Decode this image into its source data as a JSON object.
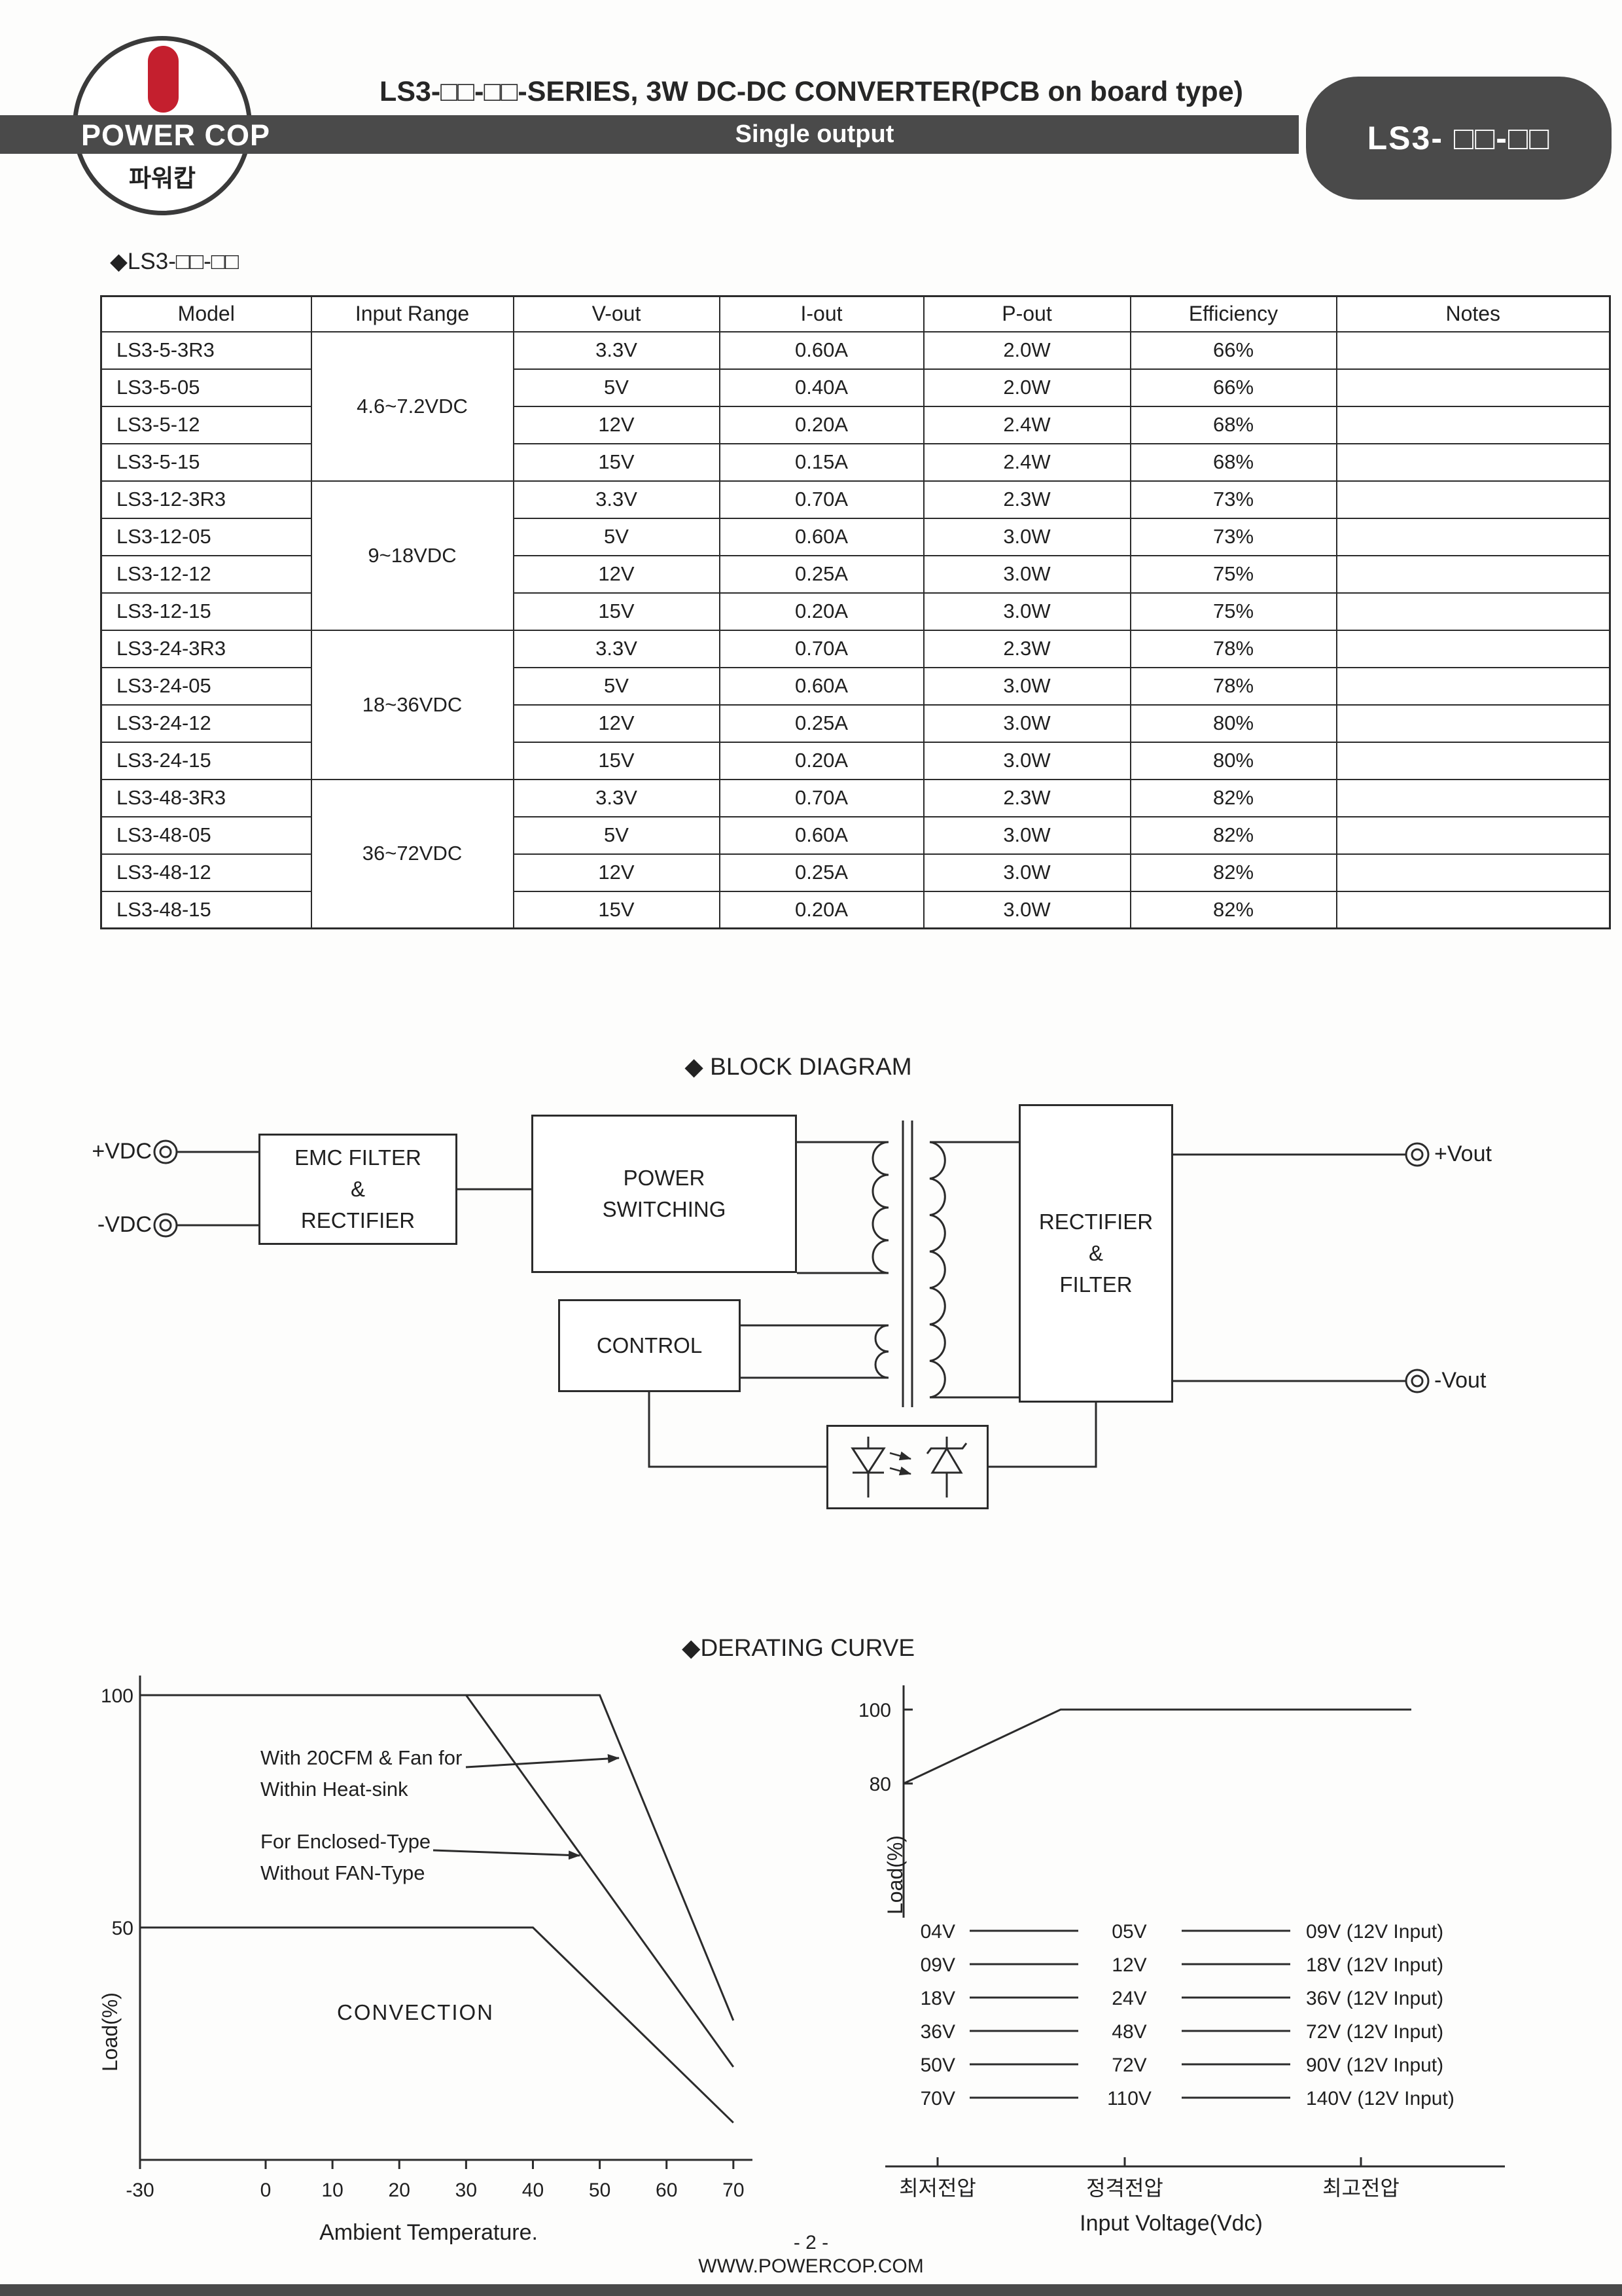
{
  "header": {
    "brand": "POWER COP",
    "brand_kr": "파워캅",
    "title": "LS3-□□-□□-SERIES,  3W  DC-DC CONVERTER(PCB on board type)",
    "subtitle": "Single output",
    "badge": "LS3- □□-□□"
  },
  "table": {
    "caption": "◆LS3-□□-□□",
    "columns": [
      "Model",
      "Input Range",
      "V-out",
      "I-out",
      "P-out",
      "Efficiency",
      "Notes"
    ],
    "groups": [
      {
        "input_range": "4.6~7.2VDC",
        "rows": [
          {
            "model": "LS3-5-3R3",
            "vout": "3.3V",
            "iout": "0.60A",
            "pout": "2.0W",
            "eff": "66%",
            "notes": ""
          },
          {
            "model": "LS3-5-05",
            "vout": "5V",
            "iout": "0.40A",
            "pout": "2.0W",
            "eff": "66%",
            "notes": ""
          },
          {
            "model": "LS3-5-12",
            "vout": "12V",
            "iout": "0.20A",
            "pout": "2.4W",
            "eff": "68%",
            "notes": ""
          },
          {
            "model": "LS3-5-15",
            "vout": "15V",
            "iout": "0.15A",
            "pout": "2.4W",
            "eff": "68%",
            "notes": ""
          }
        ]
      },
      {
        "input_range": "9~18VDC",
        "rows": [
          {
            "model": "LS3-12-3R3",
            "vout": "3.3V",
            "iout": "0.70A",
            "pout": "2.3W",
            "eff": "73%",
            "notes": ""
          },
          {
            "model": "LS3-12-05",
            "vout": "5V",
            "iout": "0.60A",
            "pout": "3.0W",
            "eff": "73%",
            "notes": ""
          },
          {
            "model": "LS3-12-12",
            "vout": "12V",
            "iout": "0.25A",
            "pout": "3.0W",
            "eff": "75%",
            "notes": ""
          },
          {
            "model": "LS3-12-15",
            "vout": "15V",
            "iout": "0.20A",
            "pout": "3.0W",
            "eff": "75%",
            "notes": ""
          }
        ]
      },
      {
        "input_range": "18~36VDC",
        "rows": [
          {
            "model": "LS3-24-3R3",
            "vout": "3.3V",
            "iout": "0.70A",
            "pout": "2.3W",
            "eff": "78%",
            "notes": ""
          },
          {
            "model": "LS3-24-05",
            "vout": "5V",
            "iout": "0.60A",
            "pout": "3.0W",
            "eff": "78%",
            "notes": ""
          },
          {
            "model": "LS3-24-12",
            "vout": "12V",
            "iout": "0.25A",
            "pout": "3.0W",
            "eff": "80%",
            "notes": ""
          },
          {
            "model": "LS3-24-15",
            "vout": "15V",
            "iout": "0.20A",
            "pout": "3.0W",
            "eff": "80%",
            "notes": ""
          }
        ]
      },
      {
        "input_range": "36~72VDC",
        "rows": [
          {
            "model": "LS3-48-3R3",
            "vout": "3.3V",
            "iout": "0.70A",
            "pout": "2.3W",
            "eff": "82%",
            "notes": ""
          },
          {
            "model": "LS3-48-05",
            "vout": "5V",
            "iout": "0.60A",
            "pout": "3.0W",
            "eff": "82%",
            "notes": ""
          },
          {
            "model": "LS3-48-12",
            "vout": "12V",
            "iout": "0.25A",
            "pout": "3.0W",
            "eff": "82%",
            "notes": ""
          },
          {
            "model": "LS3-48-15",
            "vout": "15V",
            "iout": "0.20A",
            "pout": "3.0W",
            "eff": "82%",
            "notes": ""
          }
        ]
      }
    ]
  },
  "block_diagram": {
    "title": "◆ BLOCK DIAGRAM",
    "input_pos": "+VDC",
    "input_neg": "-VDC",
    "output_pos": "+Vout",
    "output_neg": "-Vout",
    "boxes": {
      "emc": "EMC FILTER\n&\nRECTIFIER",
      "switching": "POWER\nSWITCHING",
      "control": "CONTROL",
      "rectifier": "RECTIFIER\n&\nFILTER"
    }
  },
  "chart_data": [
    {
      "type": "line",
      "title": "◆DERATING CURVE",
      "xlabel": "Ambient Temperature.",
      "ylabel": "Load(%)",
      "xticks": [
        -30,
        0,
        10,
        20,
        30,
        40,
        50,
        60,
        70
      ],
      "yticks": [
        50,
        100
      ],
      "xlim": [
        -30,
        75
      ],
      "ylim": [
        0,
        100
      ],
      "grid": false,
      "series": [
        {
          "name": "With 20CFM & Fan for Within Heat-sink",
          "points": [
            [
              -30,
              100
            ],
            [
              50,
              100
            ],
            [
              70,
              30
            ]
          ]
        },
        {
          "name": "For Enclosed-Type Without FAN-Type",
          "points": [
            [
              30,
              100
            ],
            [
              70,
              20
            ]
          ]
        },
        {
          "name": "CONVECTION",
          "points": [
            [
              -30,
              50
            ],
            [
              40,
              50
            ],
            [
              70,
              8
            ]
          ]
        }
      ],
      "annotations": [
        {
          "text": "With 20CFM & Fan for\nWithin Heat-sink",
          "at": [
            53,
            86
          ]
        },
        {
          "text": "For Enclosed-Type\nWithout FAN-Type",
          "at": [
            47,
            66
          ]
        },
        {
          "text": "CONVECTION",
          "at": [
            15,
            32
          ]
        }
      ]
    },
    {
      "type": "line",
      "xlabel": "Input Voltage(Vdc)",
      "ylabel": "Load(%)",
      "yticks": [
        80,
        100
      ],
      "ylim": [
        0,
        100
      ],
      "points_pct": [
        [
          0,
          80
        ],
        [
          30,
          100
        ],
        [
          97,
          100
        ]
      ],
      "x_axis_labels": [
        "최저전압",
        "정격전압",
        "최고전압"
      ],
      "voltage_rows": [
        [
          "04V",
          "05V",
          "09V (12V Input)"
        ],
        [
          "09V",
          "12V",
          "18V (12V Input)"
        ],
        [
          "18V",
          "24V",
          "36V (12V Input)"
        ],
        [
          "36V",
          "48V",
          "72V (12V Input)"
        ],
        [
          "50V",
          "72V",
          "90V (12V Input)"
        ],
        [
          "70V",
          "110V",
          "140V (12V Input)"
        ]
      ]
    }
  ],
  "footer": {
    "page": "- 2 -",
    "site": "WWW.POWERCOP.COM"
  }
}
